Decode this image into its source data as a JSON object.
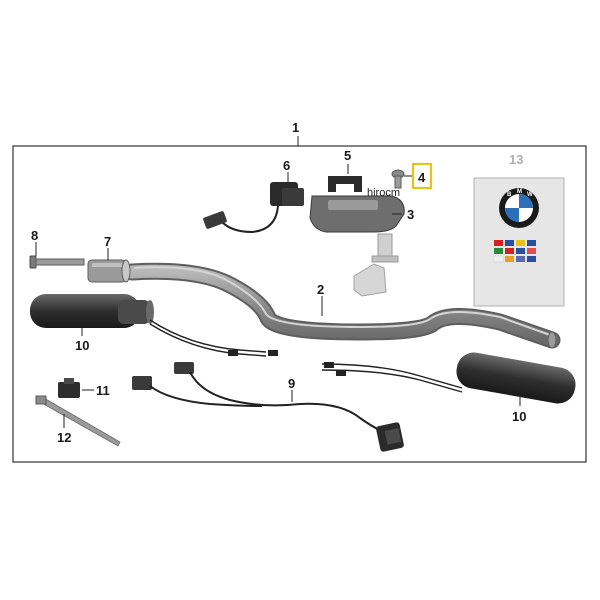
{
  "watermark": "hirocm",
  "colors": {
    "frame": "#333333",
    "part_grey": "#8a8a8a",
    "part_dark": "#3a3a3a",
    "highlight_box": "#e8c21c",
    "booklet_bg": "#e6e6e6"
  },
  "callouts": {
    "c1": "1",
    "c2": "2",
    "c3": "3",
    "c4": "4",
    "c5": "5",
    "c6": "6",
    "c7": "7",
    "c8": "8",
    "c9": "9",
    "c10a": "10",
    "c10b": "10",
    "c11": "11",
    "c12": "12",
    "c13": "13"
  },
  "booklet": {
    "logo_letters": [
      "B",
      "M",
      "W"
    ]
  }
}
